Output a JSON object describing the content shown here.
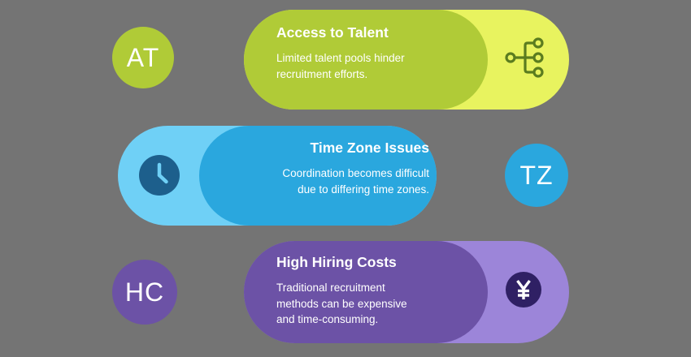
{
  "canvas": {
    "background": "#747474"
  },
  "cards": [
    {
      "abbr": "AT",
      "title": "Access to Talent",
      "description_lines": [
        "Limited talent pools hinder",
        "recruitment efforts."
      ],
      "icon": "network-icon",
      "colors": {
        "outer": "#e8f35f",
        "inner": "#b0cb37",
        "badge": "#b0cb37",
        "icon": "#5b7c1f",
        "text": "#ffffff"
      }
    },
    {
      "abbr": "TZ",
      "title": "Time Zone Issues",
      "description_lines": [
        "Coordination becomes difficult",
        "due to differing time zones."
      ],
      "icon": "clock-icon",
      "colors": {
        "outer": "#6fd0f6",
        "inner": "#2aa7de",
        "badge": "#2aa7de",
        "icon_bg": "#1d5f8c",
        "icon_fg": "#6fd0f6",
        "text": "#ffffff"
      }
    },
    {
      "abbr": "HC",
      "title": "High Hiring Costs",
      "description_lines": [
        "Traditional recruitment",
        "methods can be expensive",
        "and time-consuming."
      ],
      "icon": "yen-icon",
      "colors": {
        "outer": "#9c85d9",
        "inner": "#6c52a6",
        "badge": "#6c52a6",
        "icon_bg": "#2f2064",
        "icon_fg": "#ffffff",
        "text": "#ffffff"
      }
    }
  ]
}
